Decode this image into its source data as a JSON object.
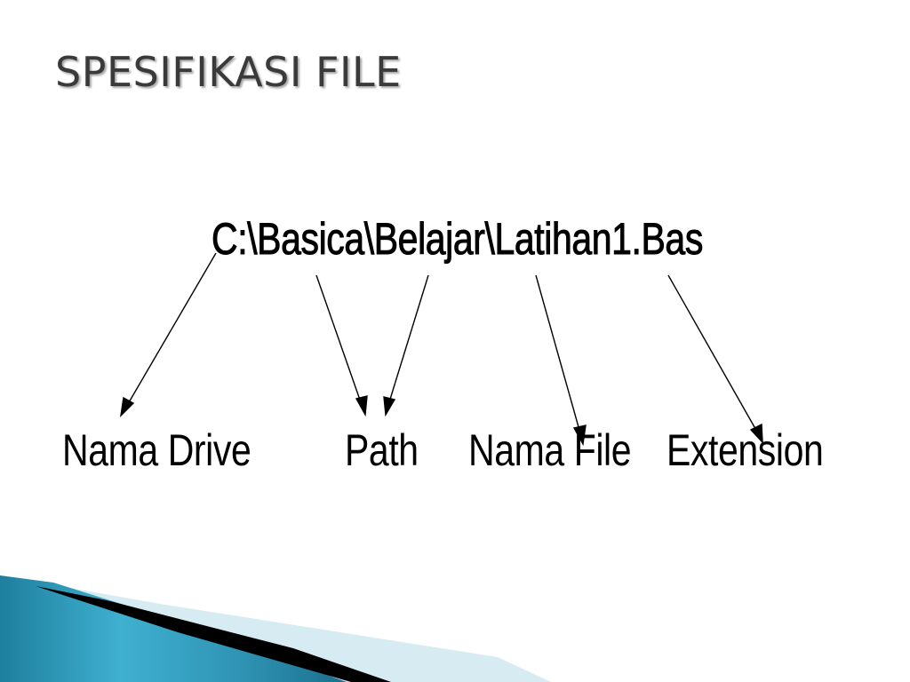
{
  "slide": {
    "title": "SPESIFIKASI FILE",
    "file_spec": "C:\\Basica\\Belajar\\Latihan1.Bas",
    "labels": {
      "drive": "Nama Drive",
      "path": "Path",
      "file_name": "Nama File",
      "extension": "Extension"
    }
  },
  "colors": {
    "title": "#3a3a3a",
    "text": "#000000",
    "accent_blue": "#2f9cbd",
    "accent_light": "#d6ebf2",
    "accent_dark": "#000000"
  }
}
